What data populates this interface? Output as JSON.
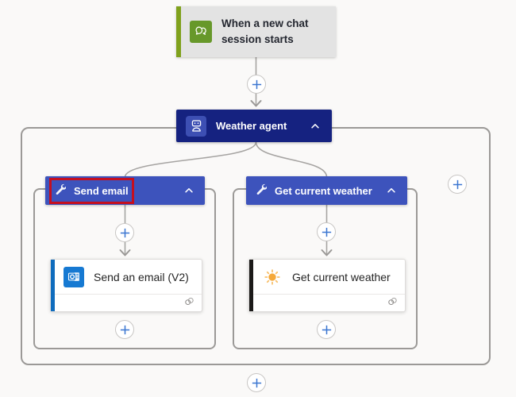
{
  "trigger": {
    "title": "When a new chat session starts"
  },
  "agent": {
    "label": "Weather agent"
  },
  "scopes": {
    "send_email": {
      "label": "Send email",
      "highlighted": true
    },
    "get_weather": {
      "label": "Get current weather"
    }
  },
  "actions": {
    "send_email": {
      "title": "Send an email (V2)"
    },
    "get_weather": {
      "title": "Get current weather"
    }
  },
  "icons": {
    "trigger": "chat-bubbles-icon",
    "agent": "bot-icon",
    "scope": "wrench-icon",
    "collapse": "chevron-up-icon",
    "add": "plus-icon",
    "connection": "connection-icon",
    "send_action": "outlook-icon",
    "weather_action": "sun-icon"
  },
  "colors": {
    "agent_header": "#152280",
    "scope_header": "#3D53BC",
    "highlight_red": "#C50F1F",
    "trigger_icon_green": "#67982A",
    "trigger_bar_green": "#7FA11C",
    "outlook_blue": "#0F6CBD",
    "weather_accent_black": "#1B1A19",
    "sun_orange": "#F5A93B",
    "plus_blue": "#3B76D1",
    "connector_gray": "#A6A4A2"
  }
}
